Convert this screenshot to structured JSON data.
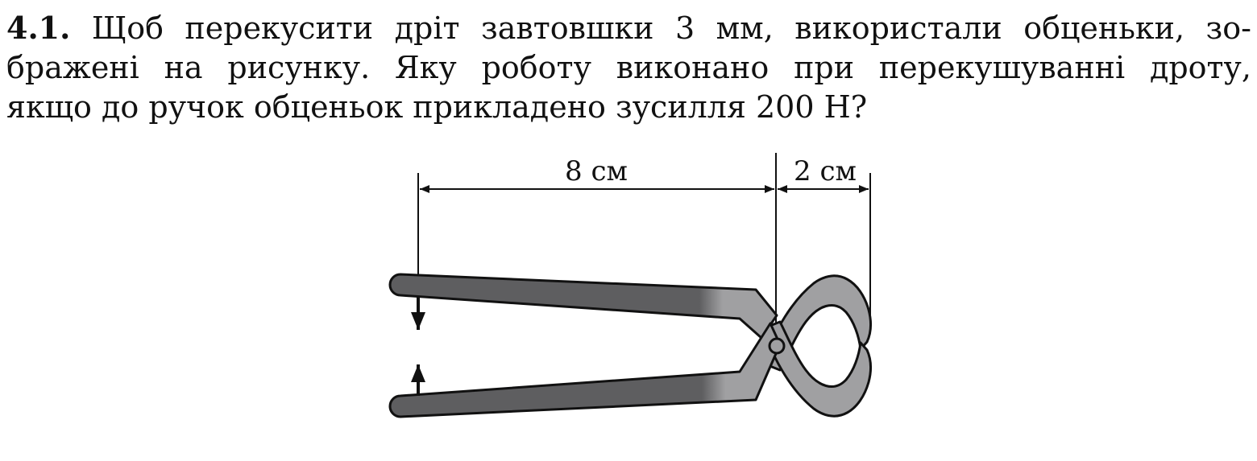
{
  "problem": {
    "number": "4.1.",
    "line1_text": " Щоб перекусити дріт завтовшки 3 мм, використали обценьки, зо-",
    "line2_text": "бражені на рисунку. Яку роботу виконано при перекушуванні дроту,",
    "line3_text": "якщо до ручок обценьок прикладено зусилля 200 Н?"
  },
  "figure": {
    "dimension_left": "8 см",
    "dimension_right": "2 см",
    "colors": {
      "handle_dark": "#5e5e60",
      "metal_light": "#a0a0a2",
      "outline": "#111111"
    }
  }
}
